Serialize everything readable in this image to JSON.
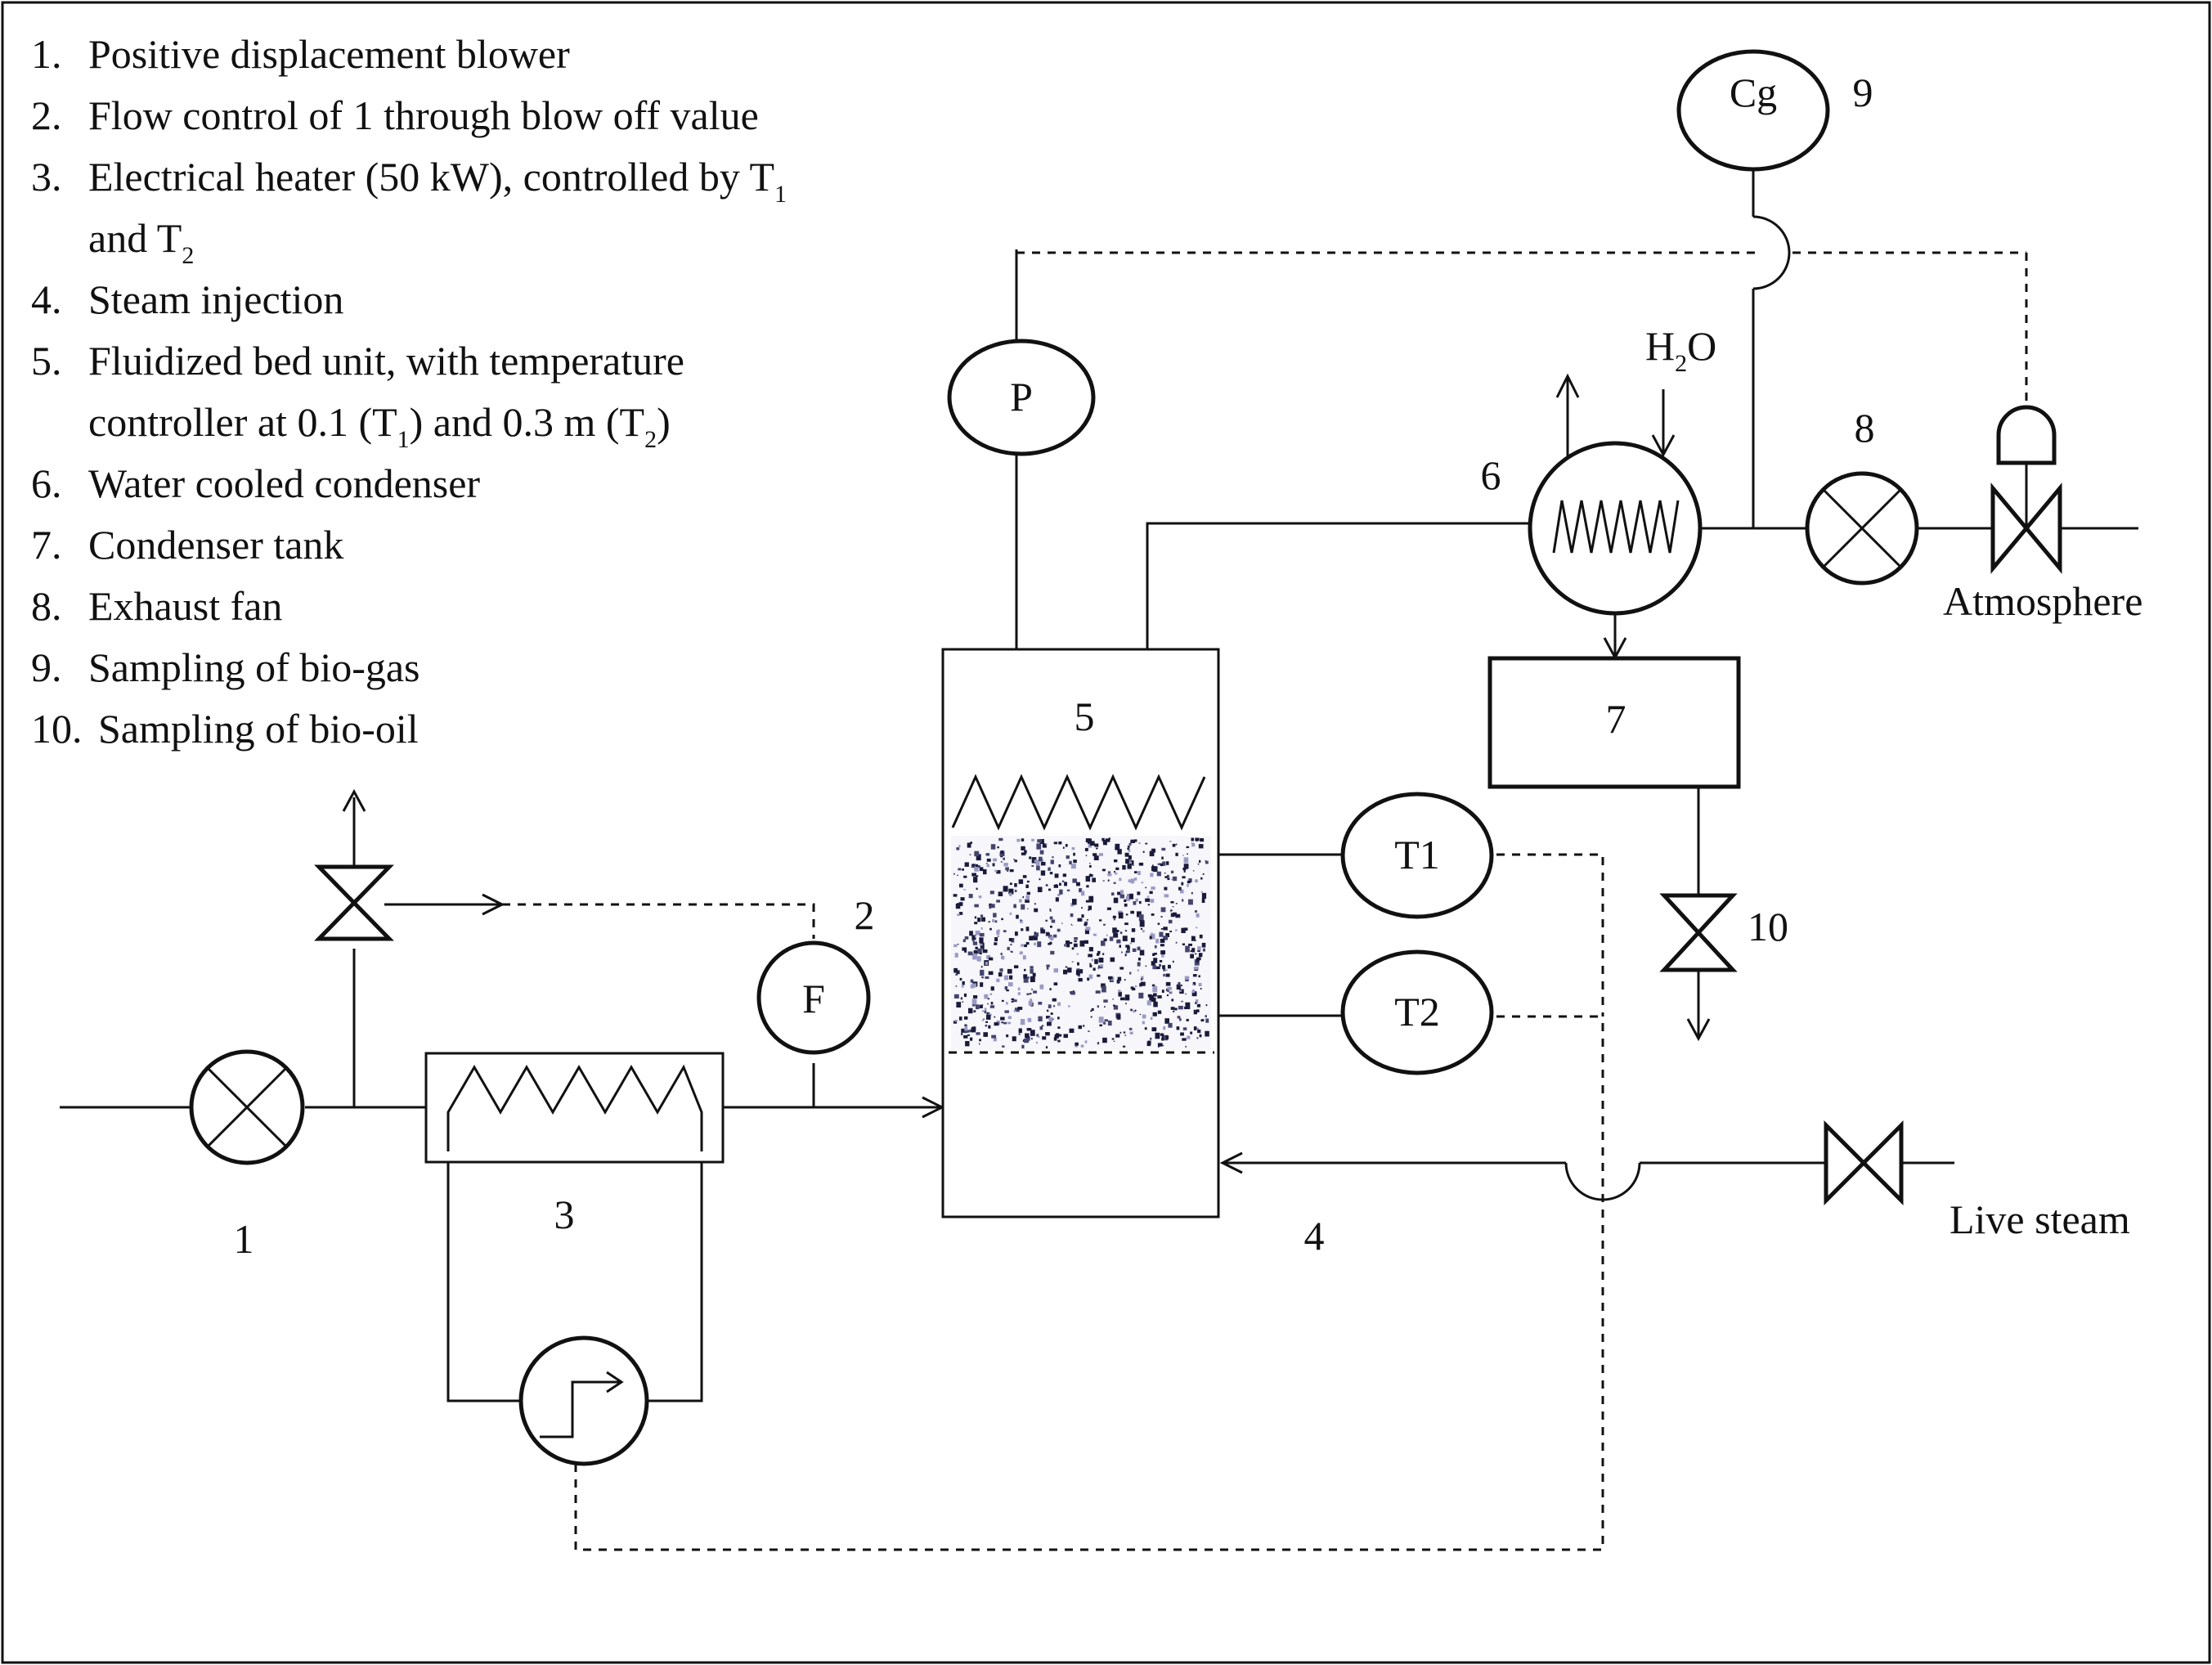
{
  "legend": [
    {
      "num": "1.",
      "text": "Positive displacement blower"
    },
    {
      "num": "2.",
      "text": "Flow control of 1 through blow off value"
    },
    {
      "num": "3.",
      "text": "Electrical heater (50 kW), controlled by T",
      "sub": "1"
    },
    {
      "num": "",
      "text": "and T",
      "sub": "2"
    },
    {
      "num": "4.",
      "text": "Steam injection"
    },
    {
      "num": "5.",
      "text": "Fluidized bed unit, with temperature"
    },
    {
      "num": "",
      "text": "controller at 0.1 (T",
      "sub": "1",
      "tail": ") and 0.3 m (T",
      "sub2": "2",
      "tail2": ")"
    },
    {
      "num": "6.",
      "text": "Water cooled condenser"
    },
    {
      "num": "7.",
      "text": "Condenser tank"
    },
    {
      "num": "8.",
      "text": "Exhaust fan"
    },
    {
      "num": "9.",
      "text": "Sampling of bio-gas"
    },
    {
      "num": "10.",
      "text": "Sampling of bio-oil"
    }
  ],
  "labels": {
    "n1": "1",
    "n2": "2",
    "n3": "3",
    "n4": "4",
    "n5": "5",
    "n6": "6",
    "n7": "7",
    "n8": "8",
    "n9": "9",
    "n10": "10",
    "flow": "F",
    "pressure": "P",
    "gas": "Cg",
    "t1": "T1",
    "t2": "T2",
    "h2o_h": "H",
    "h2o_sub": "2",
    "h2o_o": "O",
    "atmosphere": "Atmosphere",
    "live_steam": "Live steam"
  },
  "colors": {
    "line": "#111111",
    "background": "#ffffff"
  }
}
